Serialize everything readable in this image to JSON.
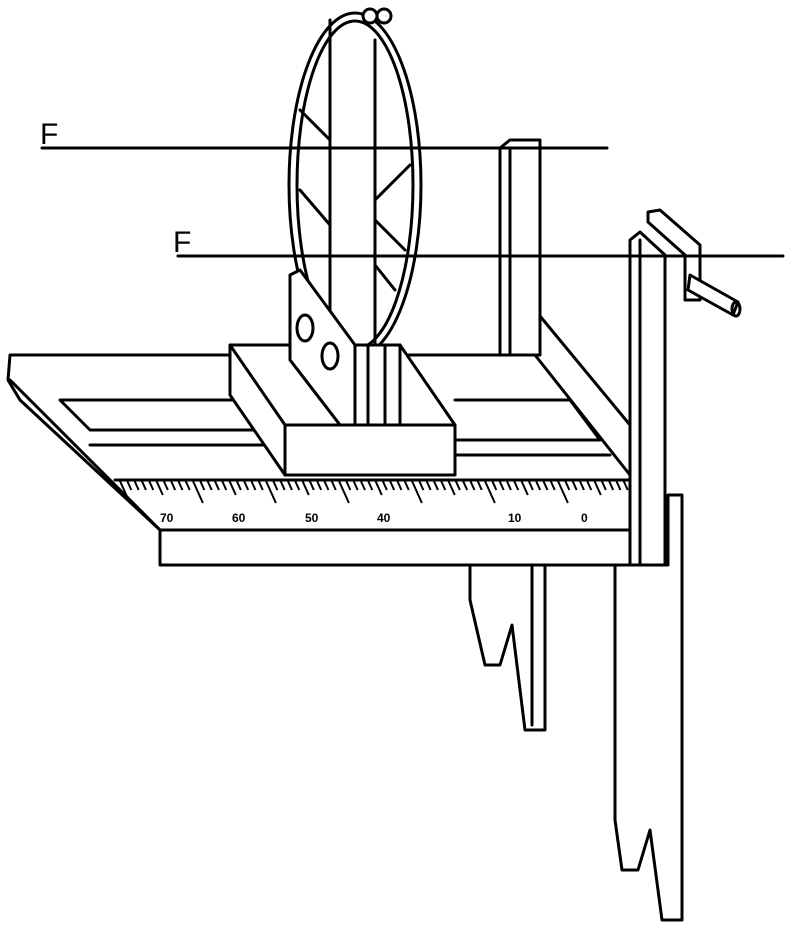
{
  "labels": {
    "line_upper": "F",
    "line_lower": "F"
  },
  "scale": {
    "ticks": [
      "70",
      "60",
      "50",
      "40",
      "10",
      "0"
    ]
  },
  "colors": {
    "ink": "#000000",
    "paper": "#ffffff"
  }
}
